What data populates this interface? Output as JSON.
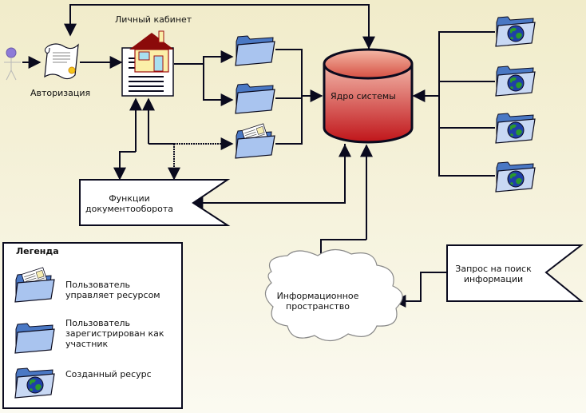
{
  "diagram": {
    "nodes": {
      "actor": {
        "label": "Авторизация"
      },
      "cabinet": {
        "label": "Личный кабинет"
      },
      "core": {
        "label": "Ядро системы"
      },
      "docflow": {
        "line1": "Функции",
        "line2": "документооборота"
      },
      "info_space": {
        "line1": "Информационное",
        "line2": "пространство"
      },
      "search_request": {
        "line1": "Запрос на поиск",
        "line2": "информации"
      }
    },
    "legend": {
      "title": "Легенда",
      "items": [
        {
          "icon": "folder-document-icon",
          "line1": "Пользователь",
          "line2": "управляет ресурсом",
          "line3": ""
        },
        {
          "icon": "folder-icon",
          "line1": "Пользователь",
          "line2": "зарегистрирован как",
          "line3": "участник"
        },
        {
          "icon": "folder-globe-icon",
          "line1": "Созданный ресурс",
          "line2": "",
          "line3": ""
        }
      ]
    },
    "colors": {
      "line": "#0a0a1e",
      "folder": "#a9c4ef",
      "folder_dark": "#4a78c4",
      "core_top": "#f0a79a",
      "core_bottom": "#c0151a",
      "house_roof": "#8b0a0a",
      "house_wall": "#fbefa8",
      "globe_water": "#1f3fa8",
      "globe_land": "#2b9a2b"
    }
  }
}
